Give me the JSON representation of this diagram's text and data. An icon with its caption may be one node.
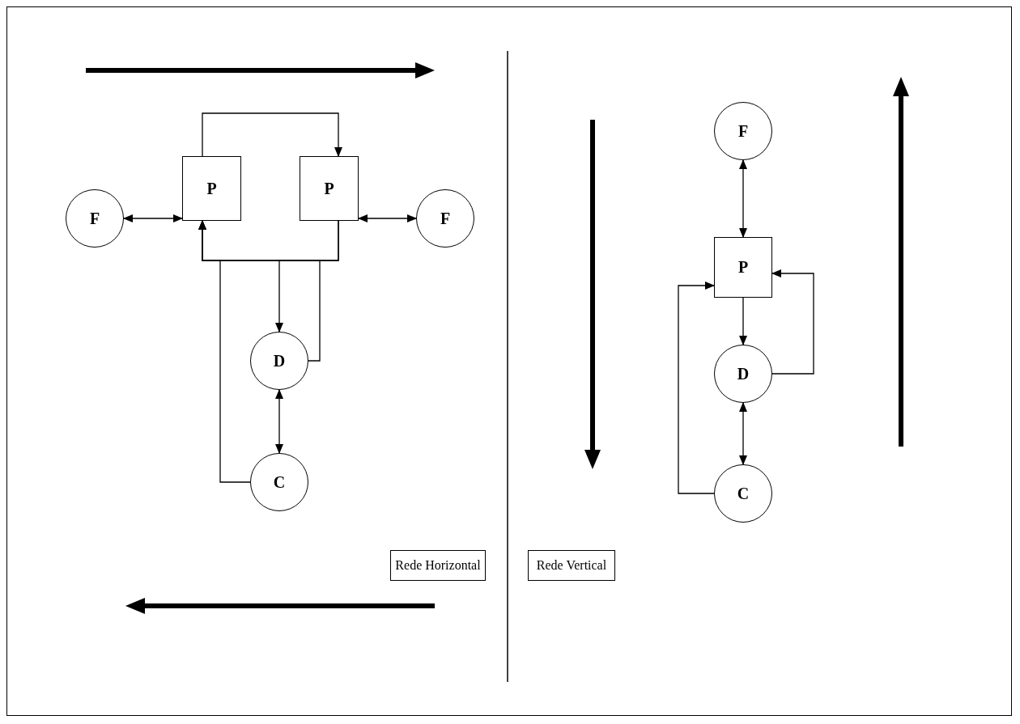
{
  "diagram": {
    "nodes": [
      {
        "text": [
          "P"
        ]
      },
      {
        "text": [
          "P"
        ]
      },
      {
        "text": [
          "F"
        ]
      },
      {
        "text": [
          "F"
        ]
      },
      {
        "text": [
          "D"
        ]
      },
      {
        "text": [
          "C"
        ]
      },
      {
        "text": [
          "Rede Horizontal"
        ]
      },
      {
        "text": [
          "F"
        ]
      },
      {
        "text": [
          "P"
        ]
      },
      {
        "text": [
          "D"
        ]
      },
      {
        "text": [
          "C"
        ]
      },
      {
        "text": [
          "Rede Vertical"
        ]
      }
    ],
    "edges": [
      {
        "from": 0,
        "to": 1,
        "arrow": "to"
      },
      {
        "from": 2,
        "to": 0,
        "arrow": "both"
      },
      {
        "from": 1,
        "to": 3,
        "arrow": "both"
      },
      {
        "from": 1,
        "to": 4,
        "arrow": "to"
      },
      {
        "from": 1,
        "to": 0,
        "arrow": "to"
      },
      {
        "from": 4,
        "to": 0,
        "arrow": "to"
      },
      {
        "from": 4,
        "to": 5,
        "arrow": "both"
      },
      {
        "from": 5,
        "to": 0,
        "arrow": "to"
      },
      {
        "from": 7,
        "to": 8,
        "arrow": "both"
      },
      {
        "from": 8,
        "to": 9,
        "arrow": "to"
      },
      {
        "from": 9,
        "to": 8,
        "arrow": "to"
      },
      {
        "from": 10,
        "to": 8,
        "arrow": "to"
      },
      {
        "from": 9,
        "to": 10,
        "arrow": "both"
      }
    ]
  }
}
